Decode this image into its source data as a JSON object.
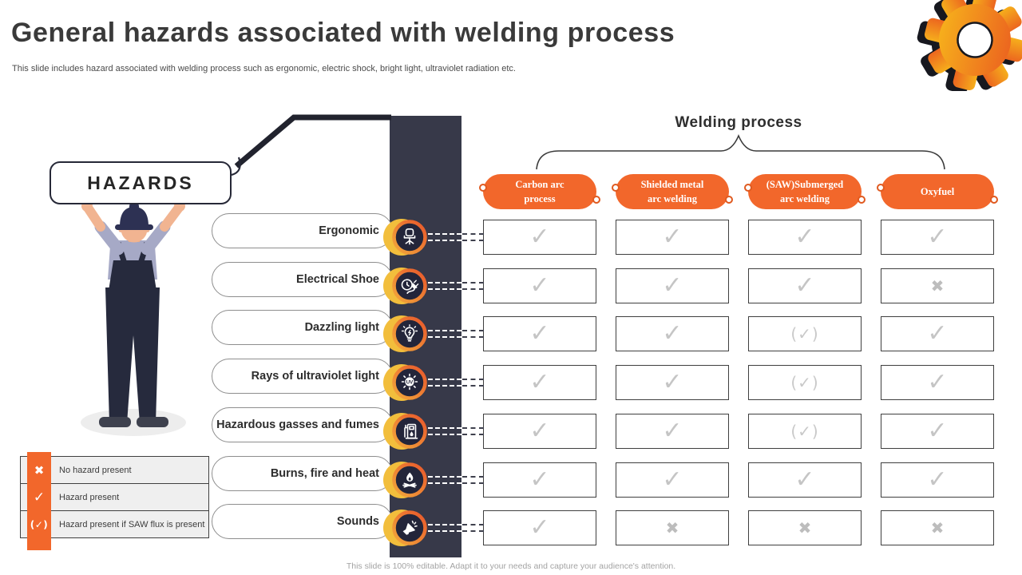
{
  "slide": {
    "title": "General hazards associated with welding process",
    "subtitle": "This slide includes hazard associated with welding process such as ergonomic, electric shock, bright light, ultraviolet radiation etc.",
    "sign_label": "HAZARDS",
    "footer": "This slide is 100% editable. Adapt it to your needs and capture your audience's attention."
  },
  "table": {
    "title": "Welding process",
    "columns": [
      {
        "lines": [
          "Carbon arc",
          "process"
        ]
      },
      {
        "lines": [
          "Shielded metal",
          "arc welding"
        ]
      },
      {
        "lines": [
          "(SAW)Submerged",
          "arc welding"
        ]
      },
      {
        "lines": [
          "Oxyfuel"
        ]
      }
    ]
  },
  "hazards": [
    {
      "label": "Ergonomic",
      "icon": "chair-icon",
      "marks": [
        "check",
        "check",
        "check",
        "check"
      ]
    },
    {
      "label": "Electrical Shoe",
      "icon": "plug-icon",
      "marks": [
        "check",
        "check",
        "check",
        "cross"
      ]
    },
    {
      "label": "Dazzling light",
      "icon": "bulb-icon",
      "marks": [
        "check",
        "check",
        "paren_check",
        "check"
      ]
    },
    {
      "label": "Rays of ultraviolet light",
      "icon": "uv-icon",
      "marks": [
        "check",
        "check",
        "paren_check",
        "check"
      ]
    },
    {
      "label": "Hazardous gasses and fumes",
      "icon": "fuel-icon",
      "marks": [
        "check",
        "check",
        "paren_check",
        "check"
      ]
    },
    {
      "label": "Burns, fire and heat",
      "icon": "fire-icon",
      "marks": [
        "check",
        "check",
        "check",
        "check"
      ]
    },
    {
      "label": "Sounds",
      "icon": "megaphone-icon",
      "marks": [
        "check",
        "cross",
        "cross",
        "cross"
      ]
    }
  ],
  "symbols": {
    "check": "✓",
    "cross": "✖",
    "paren_check": "(✓)"
  },
  "legend": [
    {
      "symbol": "cross",
      "label": "No hazard present"
    },
    {
      "symbol": "check",
      "label": "Hazard present"
    },
    {
      "symbol": "paren_check",
      "label": "Hazard present if SAW flux is present"
    }
  ],
  "colors": {
    "orange": "#F2672B",
    "accent_yellow": "#F2BE3C",
    "dark_band": "#373949",
    "mark_gray": "#C5C5C5",
    "gear_from": "#F6AE1C",
    "gear_to": "#EC661F"
  }
}
